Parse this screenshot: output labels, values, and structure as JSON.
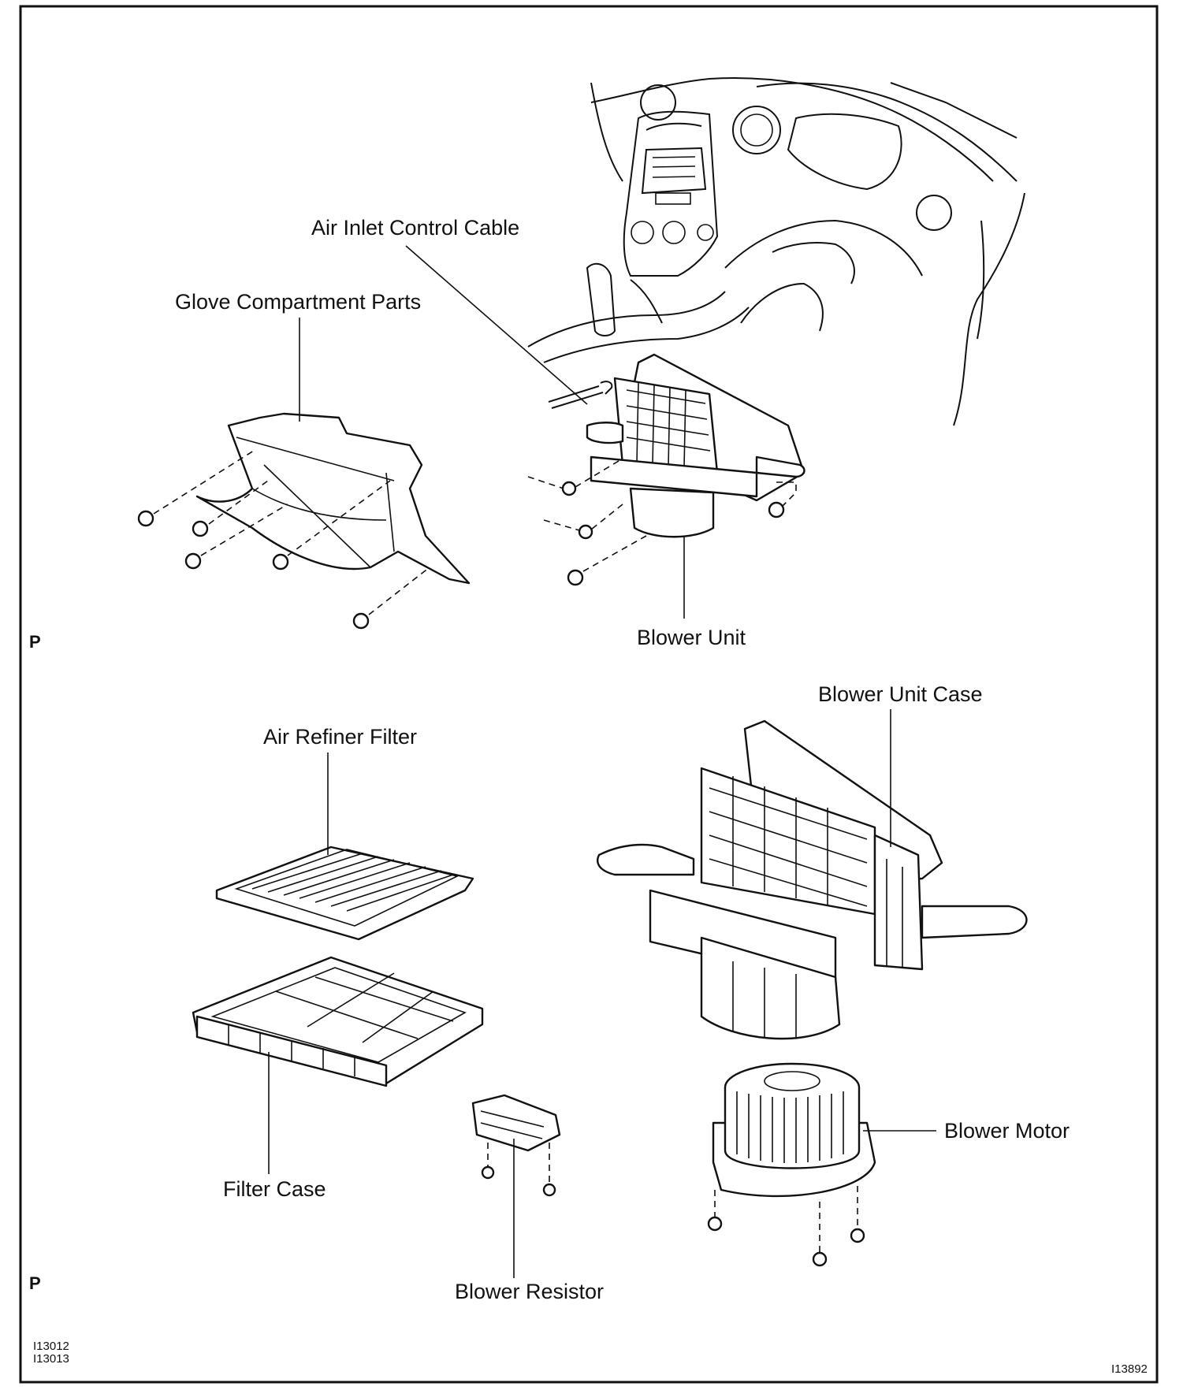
{
  "labels": {
    "air_inlet_control_cable": "Air Inlet Control Cable",
    "glove_compartment_parts": "Glove Compartment Parts",
    "blower_unit": "Blower Unit",
    "blower_unit_case": "Blower Unit Case",
    "air_refiner_filter": "Air Refiner Filter",
    "filter_case": "Filter Case",
    "blower_motor": "Blower Motor",
    "blower_resistor": "Blower Resistor"
  },
  "page_marks": {
    "top": "P",
    "bottom": "P"
  },
  "codes": {
    "left_line1": "I13012",
    "left_line2": "I13013",
    "right": "I13892"
  }
}
